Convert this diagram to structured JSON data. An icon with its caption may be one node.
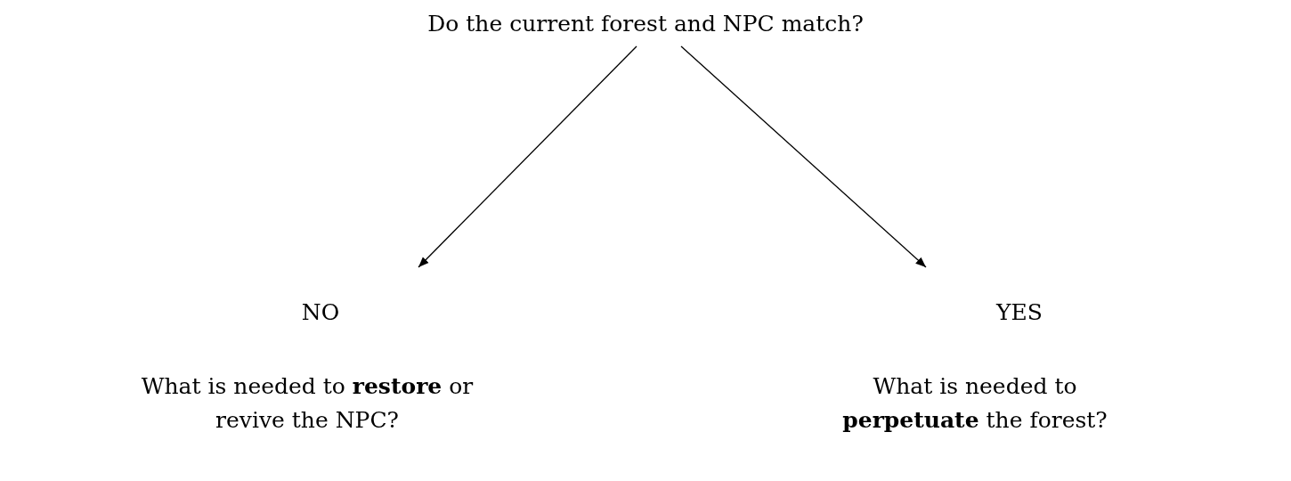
{
  "diagram": {
    "nodes": [
      {
        "text": [
          "Do the current forest and NPC match?"
        ]
      },
      {
        "text": [
          "NO"
        ]
      },
      {
        "text": [
          "YES"
        ]
      }
    ],
    "edges": [
      {
        "from": 0,
        "to": 1,
        "arrow": "to"
      },
      {
        "from": 0,
        "to": 2,
        "arrow": "to"
      }
    ],
    "labels": [
      "What is needed to **restore** or revive the NPC?",
      "What is needed to **perpetuate** the forest?"
    ]
  }
}
